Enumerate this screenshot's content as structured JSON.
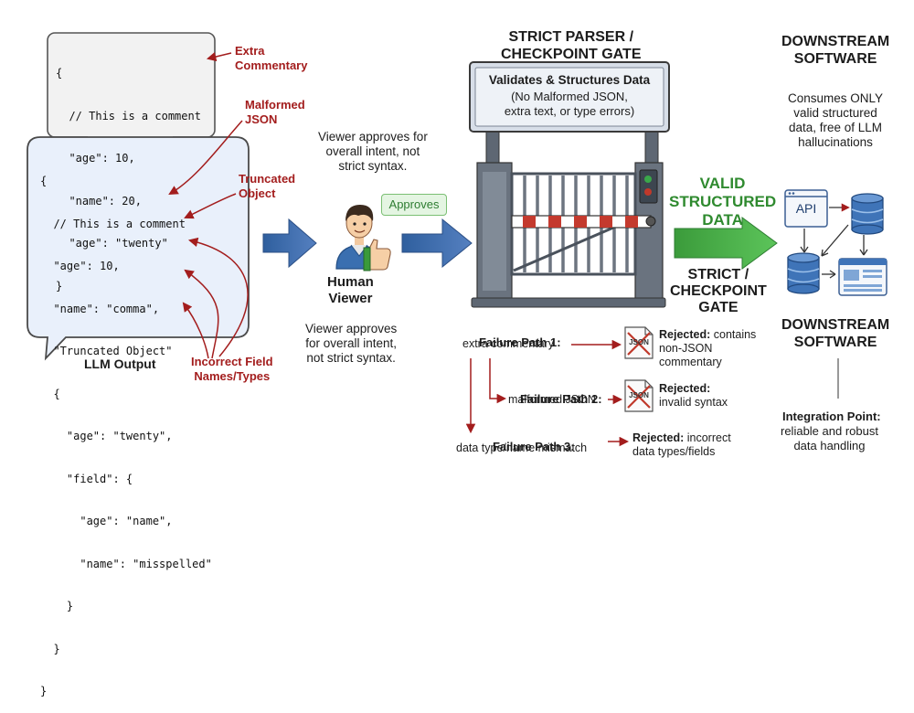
{
  "top_code": [
    "{",
    "  // This is a comment",
    "  \"age\": 10,",
    "  \"name\": 20,",
    "  \"age\": \"twenty\"",
    "}"
  ],
  "llm_code": [
    "{",
    "  // This is a comment",
    "  \"age\": 10,",
    "  \"name\": \"comma\",",
    "  \"Truncated Object\"",
    "  {",
    "    \"age\": \"twenty\",",
    "    \"field\": {",
    "      \"age\": \"name\",",
    "      \"name\": \"misspelled\"",
    "    }",
    "  }",
    "}"
  ],
  "llm_output_label": "LLM Output",
  "annotations": {
    "extra_commentary": "Extra\nCommentary",
    "malformed_json": "Malformed\nJSON",
    "truncated_object": "Truncated\nObject",
    "incorrect_fields": "Incorrect Field\nNames/Types"
  },
  "viewer": {
    "note_top": "Viewer approves for\noverall intent, not\nstrict syntax.",
    "approves": "Approves",
    "label": "Human\nViewer",
    "note_bottom": "Viewer approves\nfor overall intent,\nnot strict syntax."
  },
  "gate": {
    "title": "STRICT PARSER /\nCHECKPOINT GATE",
    "sign_title": "Validates & Structures Data",
    "sign_body": "(No Malformed JSON,\nextra text, or type errors)",
    "label": "STRICT /\nCHECKPOINT\nGATE"
  },
  "valid_label": "VALID\nSTRUCTURED\nDATA",
  "downstream": {
    "title": "DOWNSTREAM\nSOFTWARE",
    "desc": "Consumes ONLY\nvalid structured\ndata, free of LLM\nhallucinations",
    "api": "API",
    "title2": "DOWNSTREAM\nSOFTWARE",
    "integration_title": "Integration Point:",
    "integration_body": "reliable and robust\ndata handling"
  },
  "failures": [
    {
      "title": "Failure Path 1:",
      "desc": "extra commentary",
      "rej_bold": "Rejected:",
      "rej_text": " contains\nnon-JSON\ncommentary"
    },
    {
      "title": "Failure Path 2:",
      "desc": "malformed JSON",
      "rej_bold": "Rejected:",
      "rej_text": "\ninvalid syntax"
    },
    {
      "title": "Failure Path 3:",
      "desc": "data type/name mismatch",
      "rej_bold": "Rejected:",
      "rej_text": " incorrect\ndata types/fields"
    }
  ],
  "json_icon_label": "JSON",
  "colors": {
    "annotation_red": "#a31d1d",
    "arrow_blue": "#3a66a6",
    "valid_green": "#3a9a3a",
    "bubble_fill": "#e9f0fb"
  }
}
